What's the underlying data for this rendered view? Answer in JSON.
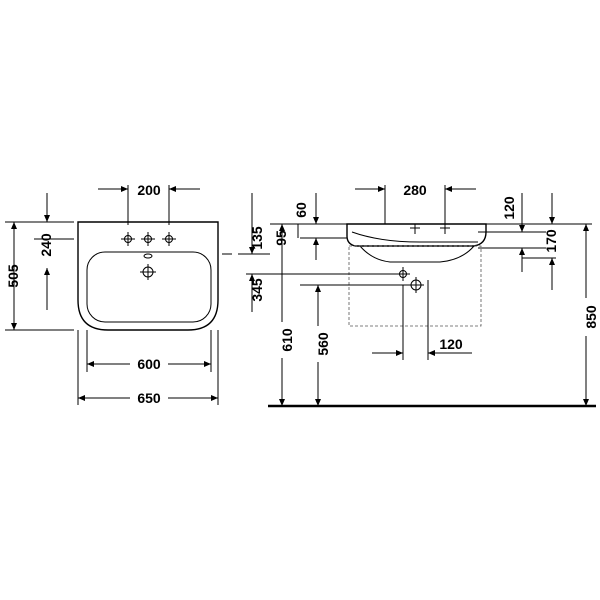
{
  "top_view": {
    "tap_spacing": "200",
    "rim_depth": "240",
    "overall_depth": "505",
    "inner_width": "600",
    "overall_width": "650"
  },
  "side_view": {
    "depth_value": "280",
    "overflow_offset": "60",
    "rim_to_centre": "95",
    "back_dim": "135",
    "drain_depth": "345",
    "overflow_height": "120",
    "trap_height": "170",
    "waste_width": "120",
    "height_610": "610",
    "height_560": "560",
    "height_850": "850"
  }
}
